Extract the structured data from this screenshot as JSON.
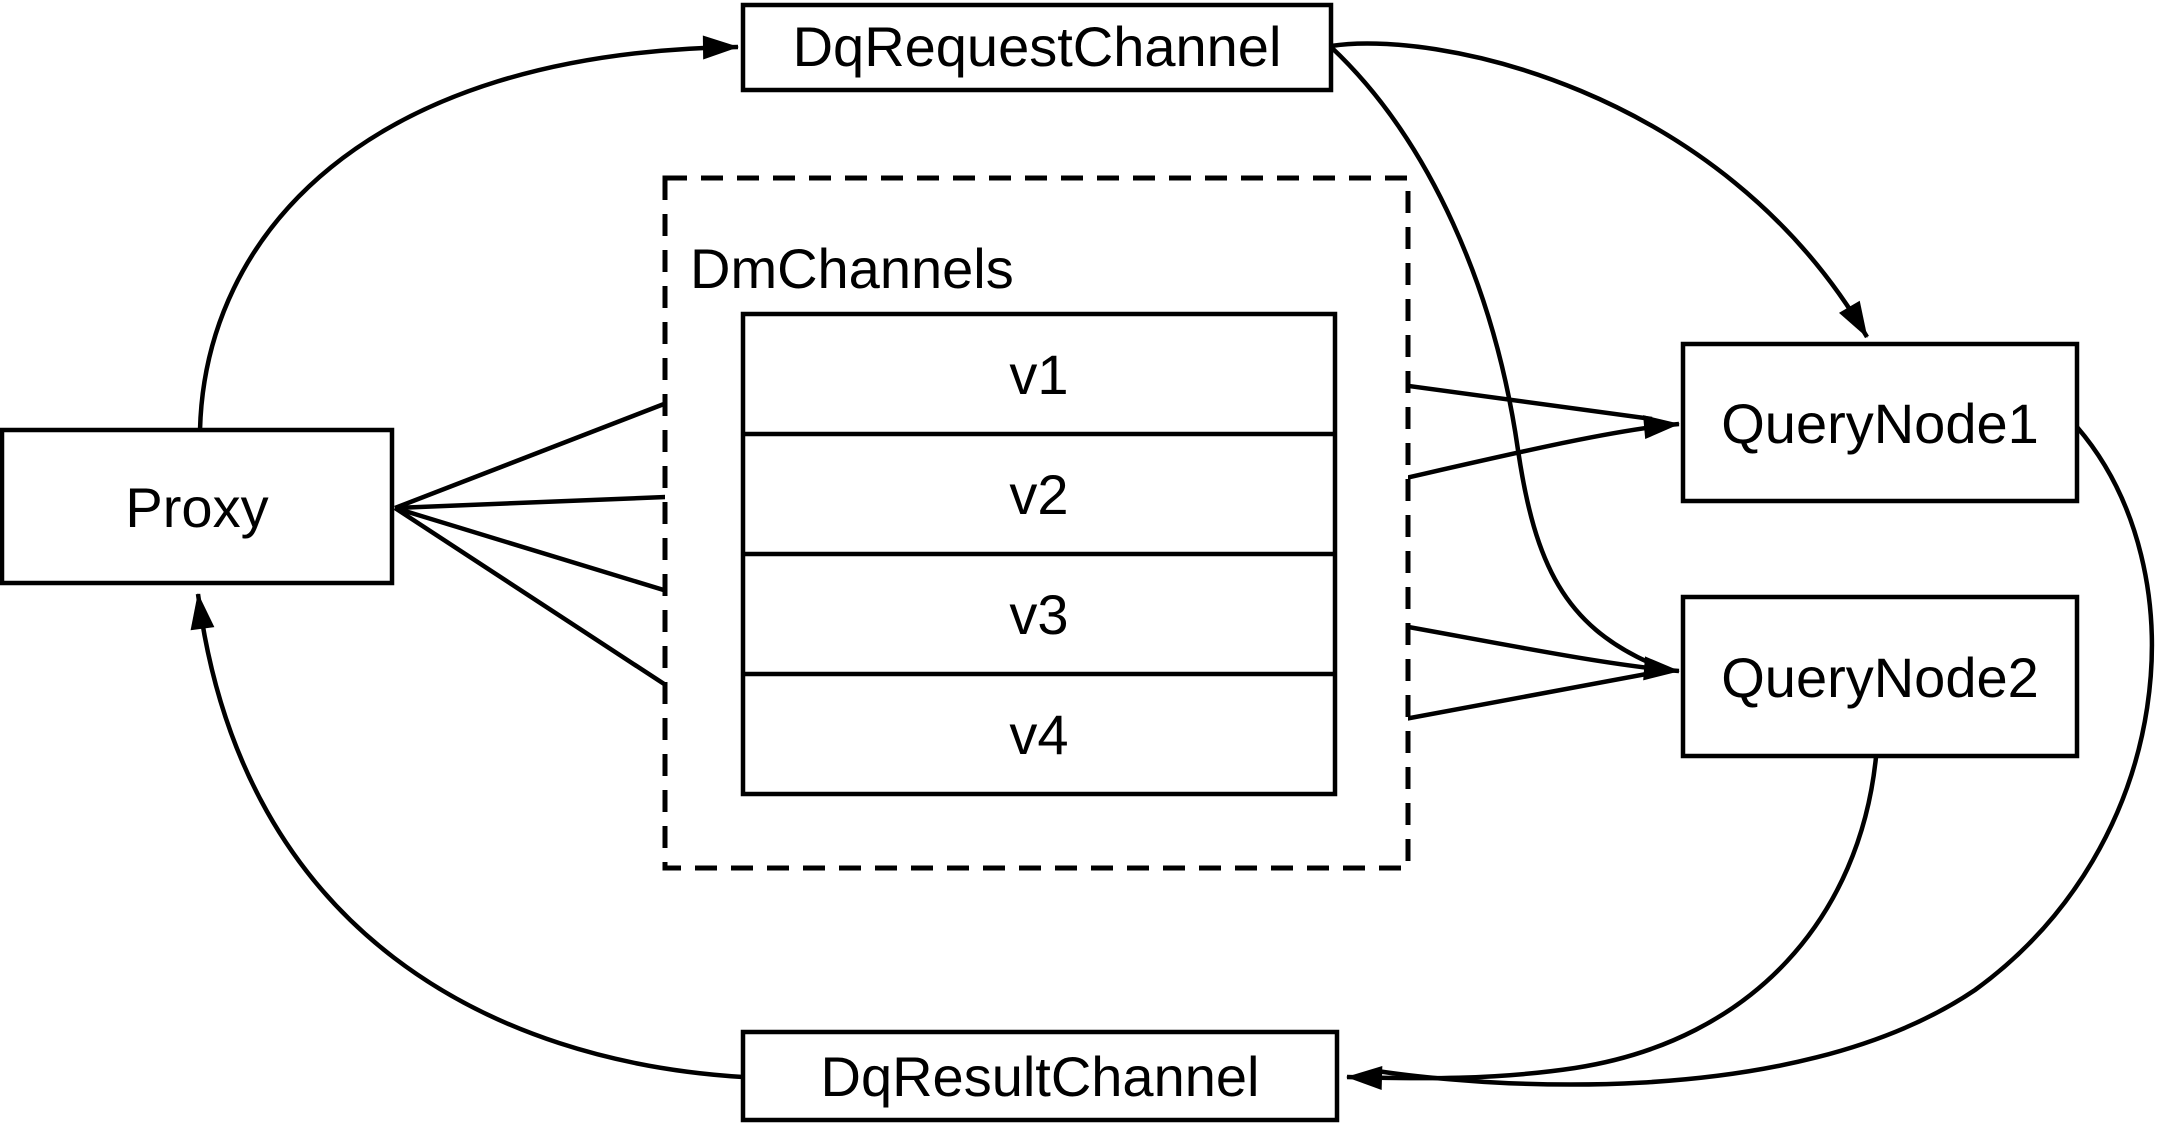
{
  "diagram": {
    "colors": {
      "stroke": "#000000",
      "background": "#ffffff",
      "text": "#000000"
    },
    "nodes": {
      "proxy": {
        "label": "Proxy"
      },
      "dqRequestChannel": {
        "label": "DqRequestChannel"
      },
      "dmChannels": {
        "label": "DmChannels"
      },
      "v1": {
        "label": "v1"
      },
      "v2": {
        "label": "v2"
      },
      "v3": {
        "label": "v3"
      },
      "v4": {
        "label": "v4"
      },
      "queryNode1": {
        "label": "QueryNode1"
      },
      "queryNode2": {
        "label": "QueryNode2"
      },
      "dqResultChannel": {
        "label": "DqResultChannel"
      }
    },
    "edges": [
      {
        "from": "Proxy",
        "to": "DqRequestChannel"
      },
      {
        "from": "Proxy",
        "to": "v1"
      },
      {
        "from": "Proxy",
        "to": "v2"
      },
      {
        "from": "Proxy",
        "to": "v3"
      },
      {
        "from": "Proxy",
        "to": "v4"
      },
      {
        "from": "DqRequestChannel",
        "to": "QueryNode1"
      },
      {
        "from": "DqRequestChannel",
        "to": "QueryNode2"
      },
      {
        "from": "v1",
        "to": "QueryNode1"
      },
      {
        "from": "v2",
        "to": "QueryNode1"
      },
      {
        "from": "v3",
        "to": "QueryNode2"
      },
      {
        "from": "v4",
        "to": "QueryNode2"
      },
      {
        "from": "QueryNode1",
        "to": "DqResultChannel"
      },
      {
        "from": "QueryNode2",
        "to": "DqResultChannel"
      },
      {
        "from": "DqResultChannel",
        "to": "Proxy"
      }
    ]
  }
}
